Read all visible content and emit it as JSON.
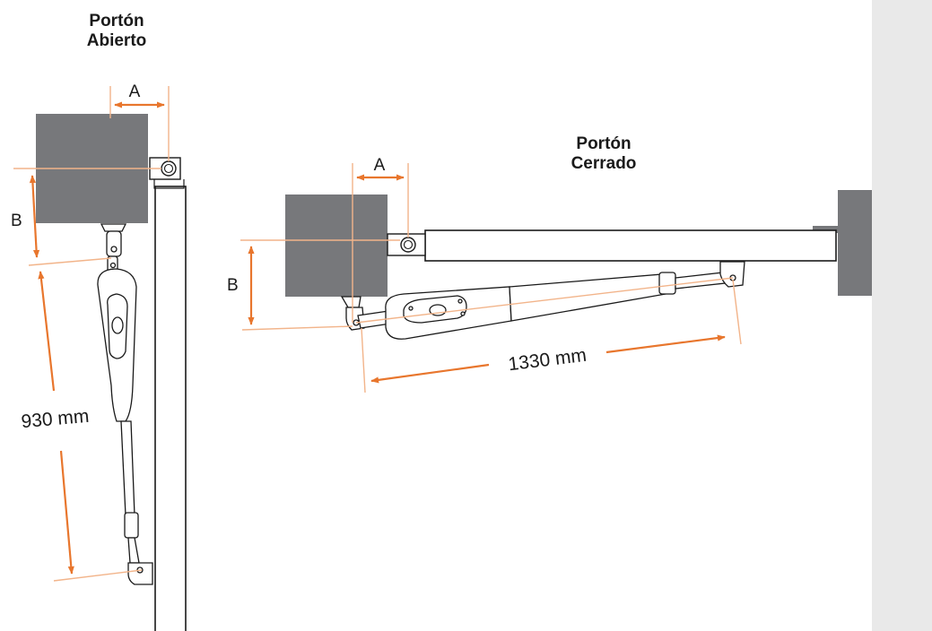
{
  "open_view": {
    "title_line1": "Portón",
    "title_line2": "Abierto",
    "dim_a": "A",
    "dim_b": "B",
    "length": "930 mm"
  },
  "closed_view": {
    "title_line1": "Portón",
    "title_line2": "Cerrado",
    "dim_a": "A",
    "dim_b": "B",
    "length": "1330 mm"
  },
  "colors": {
    "pillar": "#77787b",
    "dimension_arrow": "#e8762d",
    "guide_line": "#f2b48a",
    "outline": "#1a1a1a",
    "sidebar": "#e9e9e9"
  }
}
